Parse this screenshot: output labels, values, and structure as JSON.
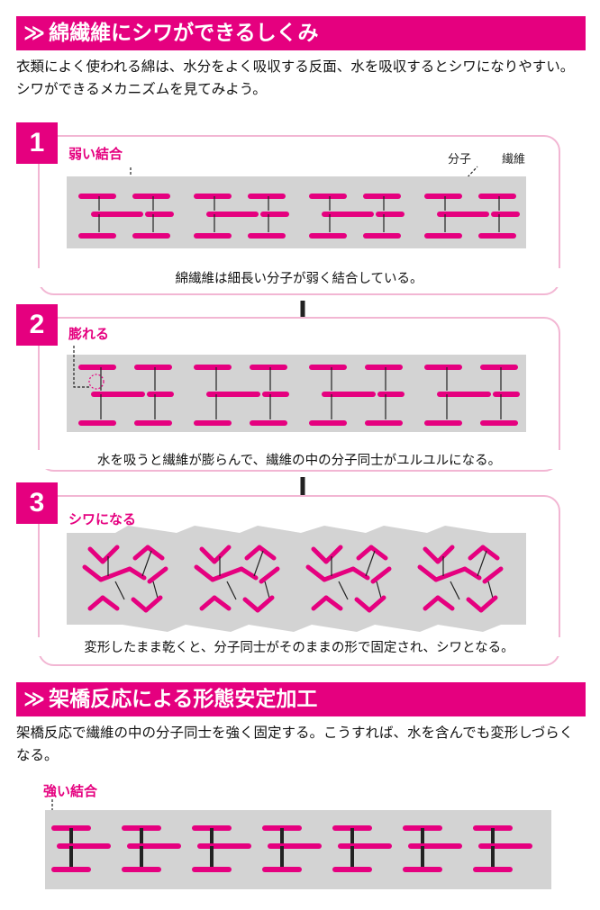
{
  "section1": {
    "chevron": "≫",
    "title": "綿繊維にシワができるしくみ",
    "intro": "衣類によく使われる綿は、水分をよく吸収する反面、水を吸収するとシワになりやすい。シワができるメカニズムを見てみよう。"
  },
  "steps": [
    {
      "number": "1",
      "label": "弱い結合",
      "caption": "綿繊維は細長い分子が弱く結合している。"
    },
    {
      "number": "2",
      "label": "膨れる",
      "caption": "水を吸うと繊維が膨らんで、繊維の中の分子同士がユルユルになる。"
    },
    {
      "number": "3",
      "label": "シワになる",
      "caption": "変形したまま乾くと、分子同士がそのままの形で固定され、シワとなる。"
    }
  ],
  "legend": {
    "molecule": "分子",
    "fiber": "繊維"
  },
  "section2": {
    "chevron": "≫",
    "title": "架橋反応による形態安定加工",
    "intro": "架橋反応で繊維の中の分子同士を強く固定する。こうすれば、水を含んでも変形しづらくなる。",
    "label": "強い結合"
  },
  "colors": {
    "accent": "#e5007f",
    "panel_border": "#f2b6d3",
    "fiber_gray": "#d3d3d3",
    "bond": "#222222"
  }
}
